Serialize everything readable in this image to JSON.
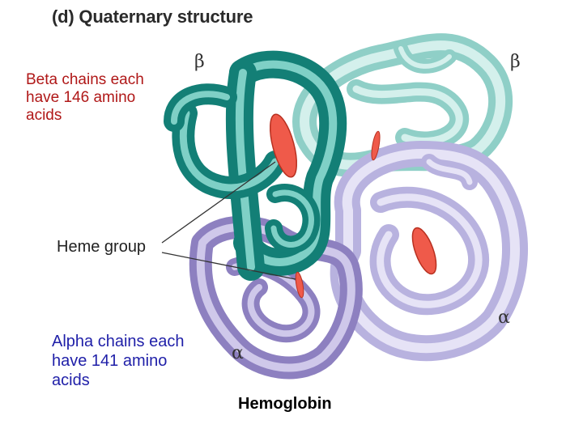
{
  "title": "(d) Quaternary structure",
  "beta_note": [
    "Beta chains each",
    "have 146 amino",
    "acids"
  ],
  "alpha_note": [
    "Alpha chains each",
    "have 141 amino",
    "acids"
  ],
  "heme_label": "Heme group",
  "subunit_labels": {
    "beta_left": "β",
    "beta_right": "β",
    "alpha_right": "α",
    "alpha_left": "α"
  },
  "caption": "Hemoglobin",
  "colors": {
    "beta_dark": "#1f9e93",
    "beta_light": "#a8dcd6",
    "alpha_light": "#c9c4e6",
    "alpha_dark": "#9c8fc8",
    "heme": "#ef5a4a"
  }
}
